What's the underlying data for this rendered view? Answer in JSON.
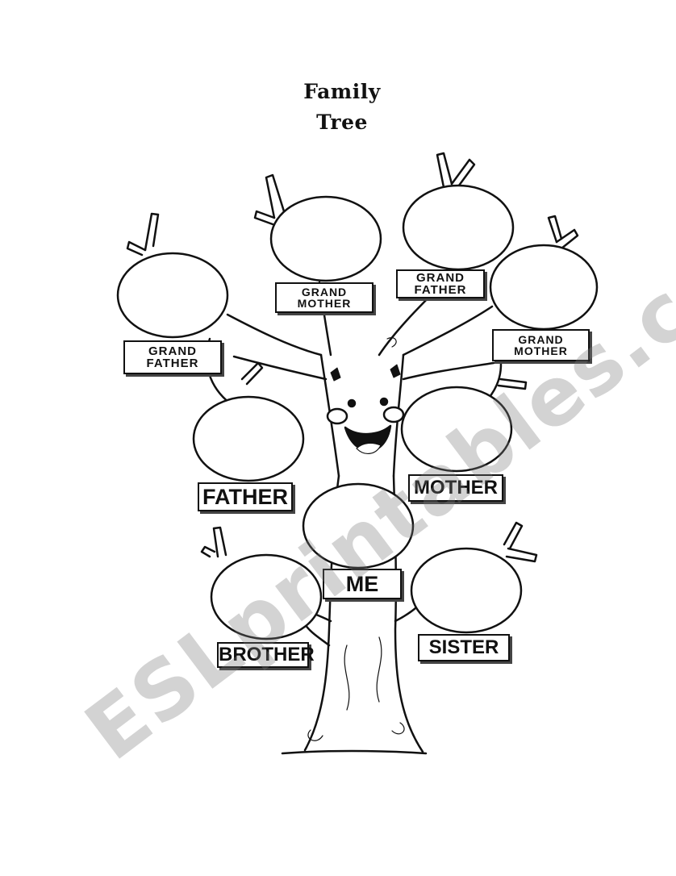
{
  "title": {
    "line1": "Family",
    "line2": "Tree"
  },
  "labels": {
    "grandfather_left": [
      "GRAND",
      "FATHER"
    ],
    "grandmother_top": [
      "GRAND",
      "MOTHER"
    ],
    "grandfather_top": [
      "GRAND",
      "FATHER"
    ],
    "grandmother_right": [
      "GRAND",
      "MOTHER"
    ],
    "father": "FATHER",
    "mother": "MOTHER",
    "me": "ME",
    "brother": "BROTHER",
    "sister": "SISTER"
  },
  "watermark": "ESLprintables.com",
  "colors": {
    "ink": "#111111",
    "watermark": "#787878",
    "paper": "#ffffff"
  }
}
